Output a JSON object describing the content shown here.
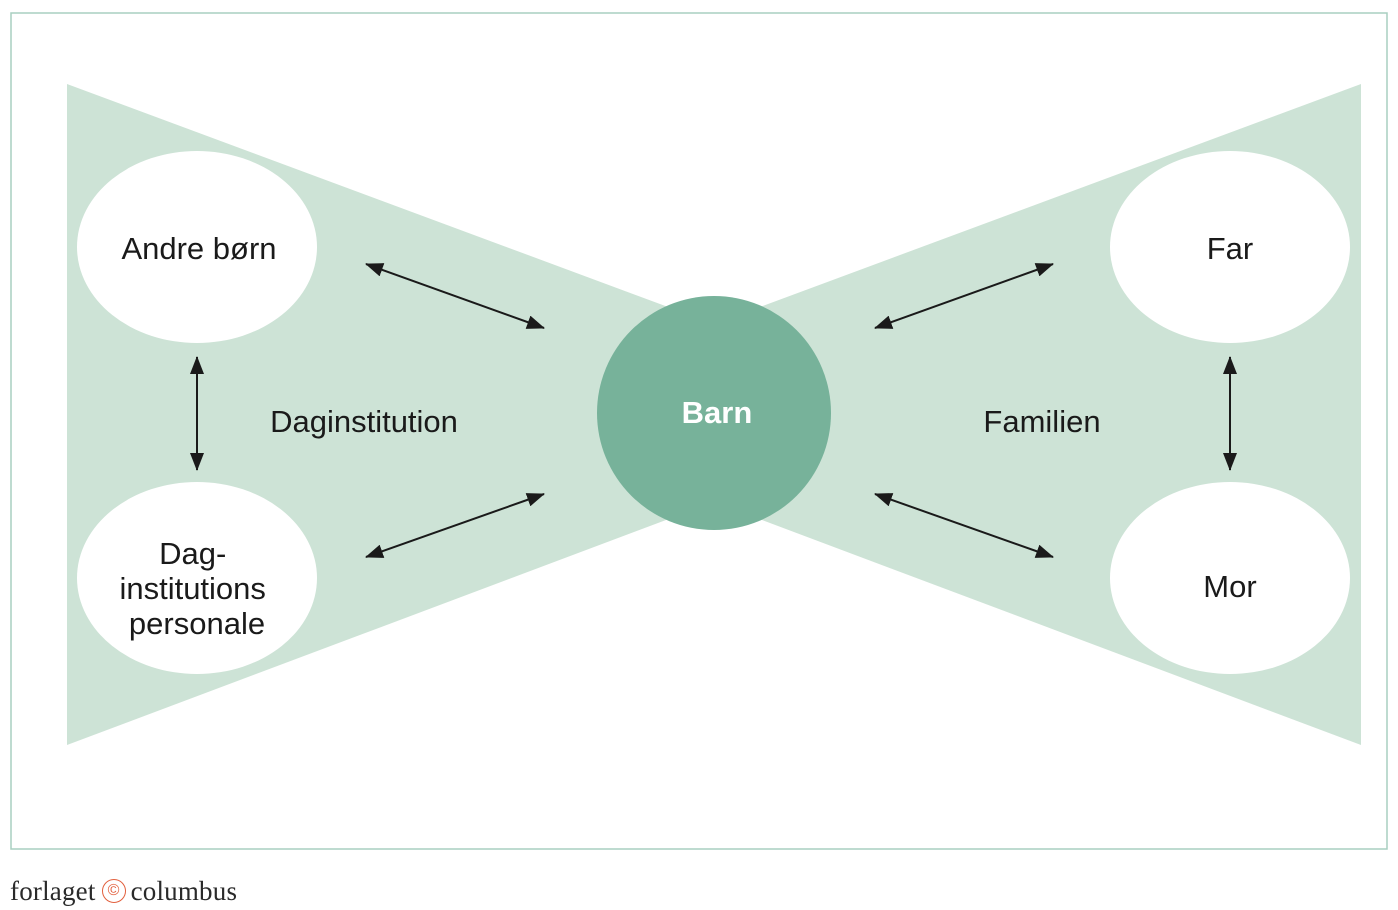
{
  "diagram": {
    "center": {
      "label": "Barn",
      "color": "#77b29a"
    },
    "regions": {
      "left": {
        "label": "Daginstitution"
      },
      "right": {
        "label": "Familien"
      }
    },
    "nodes": {
      "top_left": {
        "lines": [
          "Andre børn"
        ]
      },
      "bottom_left": {
        "lines": [
          "Dag-",
          "institutions",
          "personale"
        ]
      },
      "top_right": {
        "lines": [
          "Far"
        ]
      },
      "bottom_right": {
        "lines": [
          "Mor"
        ]
      }
    },
    "colors": {
      "region_fill": "#cde3d6",
      "frame": "#a9cfc1",
      "arrow": "#1a1a1a",
      "node_fill": "#ffffff"
    }
  },
  "publisher": {
    "name_left": "forlaget",
    "name_right": "columbus",
    "mark": "©",
    "mark_color": "#e2603e"
  }
}
